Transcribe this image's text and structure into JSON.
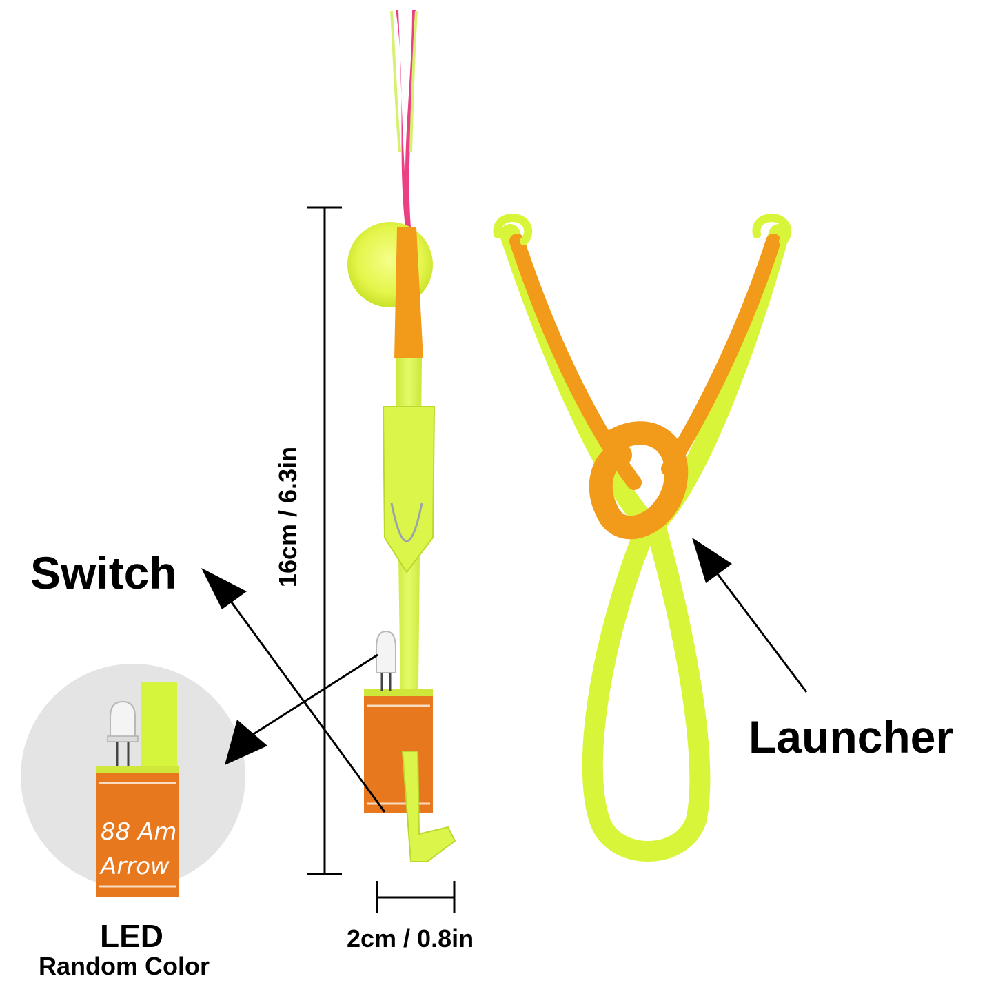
{
  "labels": {
    "switch": "Switch",
    "launcher": "Launcher",
    "led": "LED",
    "random_color": "Random Color",
    "height_dimension": "16cm / 6.3in",
    "width_dimension": "2cm / 0.8in",
    "battery_text_line1": "88 Am",
    "battery_text_line2": "Arrow"
  },
  "colors": {
    "plastic_green": "#d8f53a",
    "rubber_orange": "#f29a1a",
    "battery_orange": "#e8781e",
    "ribbon_pink": "#e8206e",
    "inset_circle_gray": "#e4e4e4",
    "line_black": "#000000"
  }
}
